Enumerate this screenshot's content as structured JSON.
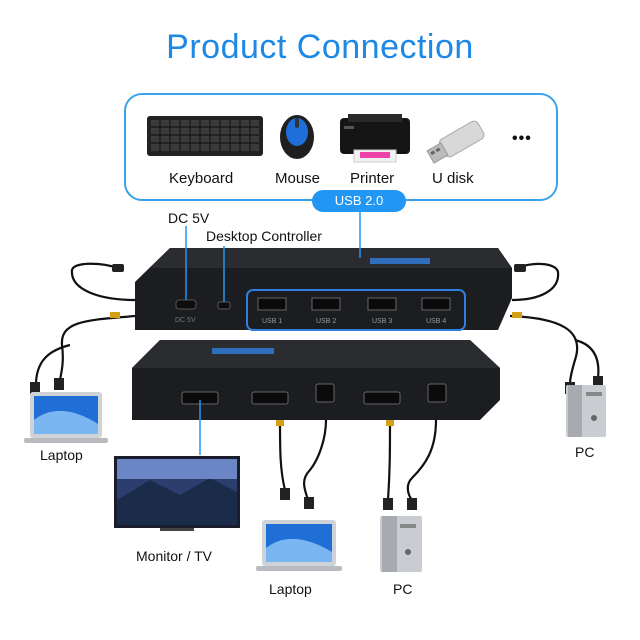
{
  "title": "Product Connection",
  "usb_badge": "USB 2.0",
  "peripherals": {
    "keyboard": "Keyboard",
    "mouse": "Mouse",
    "printer": "Printer",
    "udisk": "U disk",
    "more": "•••"
  },
  "back_panel": {
    "dc_label": "DC 5V",
    "controller_label": "Desktop Controller",
    "port_dc_text": "DC 5V",
    "usb_ports": [
      "USB 1",
      "USB 2",
      "USB 3",
      "USB 4"
    ]
  },
  "devices": {
    "laptop_left": "Laptop",
    "pc_right": "PC",
    "monitor": "Monitor / TV",
    "laptop_bottom": "Laptop",
    "pc_bottom": "PC"
  },
  "colors": {
    "accent": "#1e88e5",
    "device_body": "#1e1f22",
    "blue_glow": "#2f7fe0"
  }
}
